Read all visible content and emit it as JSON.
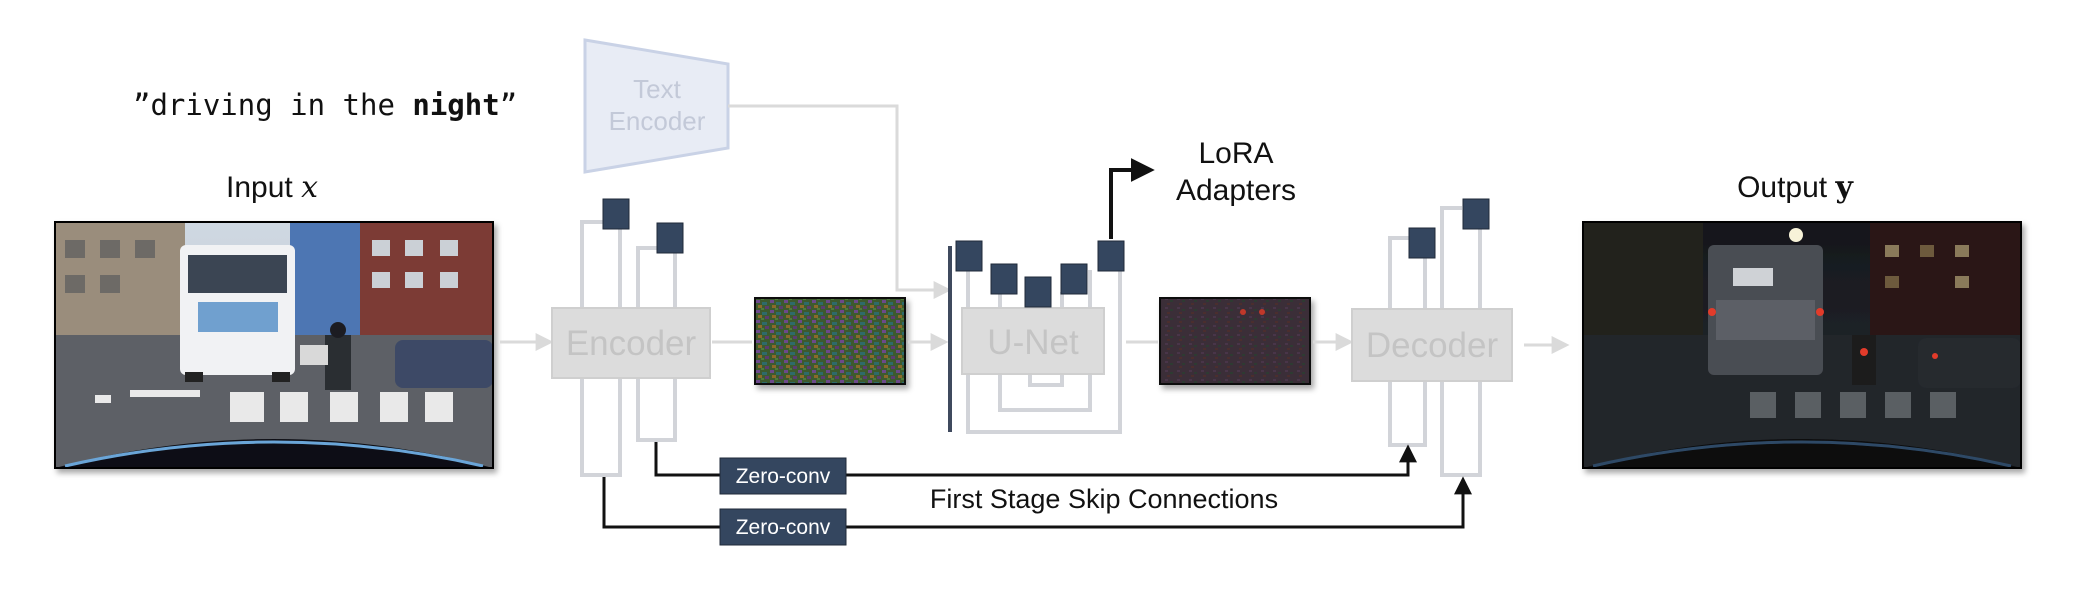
{
  "prompt": {
    "open_quote": "”",
    "pre": "driving in the ",
    "bold": "night",
    "close_quote": "”"
  },
  "text_encoder": {
    "line1": "Text",
    "line2": "Encoder"
  },
  "input": {
    "label": "Input ",
    "var": "x"
  },
  "output": {
    "label": "Output ",
    "var": "y"
  },
  "encoder": {
    "label": "Encoder"
  },
  "unet": {
    "label": "U-Net"
  },
  "decoder": {
    "label": "Decoder"
  },
  "lora": {
    "line1": "LoRA",
    "line2": "Adapters"
  },
  "zero_conv": {
    "label1": "Zero-conv",
    "label2": "Zero-conv"
  },
  "skip": {
    "label": "First Stage Skip Connections"
  },
  "colors": {
    "block_fill": "#dcdcdc",
    "block_stroke": "#cfcfcf",
    "block_text": "#c4c4c4",
    "adapter_fill": "#34465f",
    "text_encoder_fill": "#e8ecf5",
    "text_encoder_stroke": "#c9d2e6",
    "text_encoder_text": "#c3c9d8",
    "bracket": "#d2d4d9",
    "unet_left_bar": "#3f4a5e",
    "arrow_light": "#dadada",
    "arrow_dark": "#111111"
  }
}
